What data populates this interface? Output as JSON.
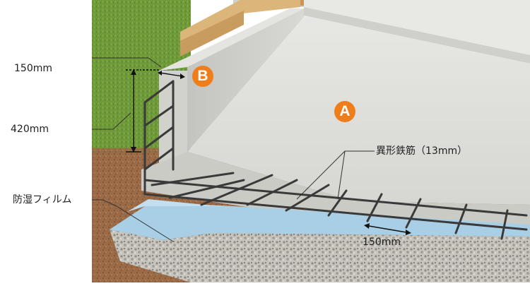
{
  "labels": {
    "thickness": "150mm",
    "height": "420mm",
    "film": "防湿フィルム",
    "rebar": "異形鉄筋（13mm）",
    "spacing": "150mm"
  },
  "badges": {
    "a": "A",
    "b": "B"
  },
  "colors": {
    "badge": "#ee7d1a",
    "film": "#a9cfe6",
    "concrete": "#dcdcd8",
    "grass": "#6f9a3a",
    "soil": "#9c6a45",
    "wood": "#d9b272"
  }
}
